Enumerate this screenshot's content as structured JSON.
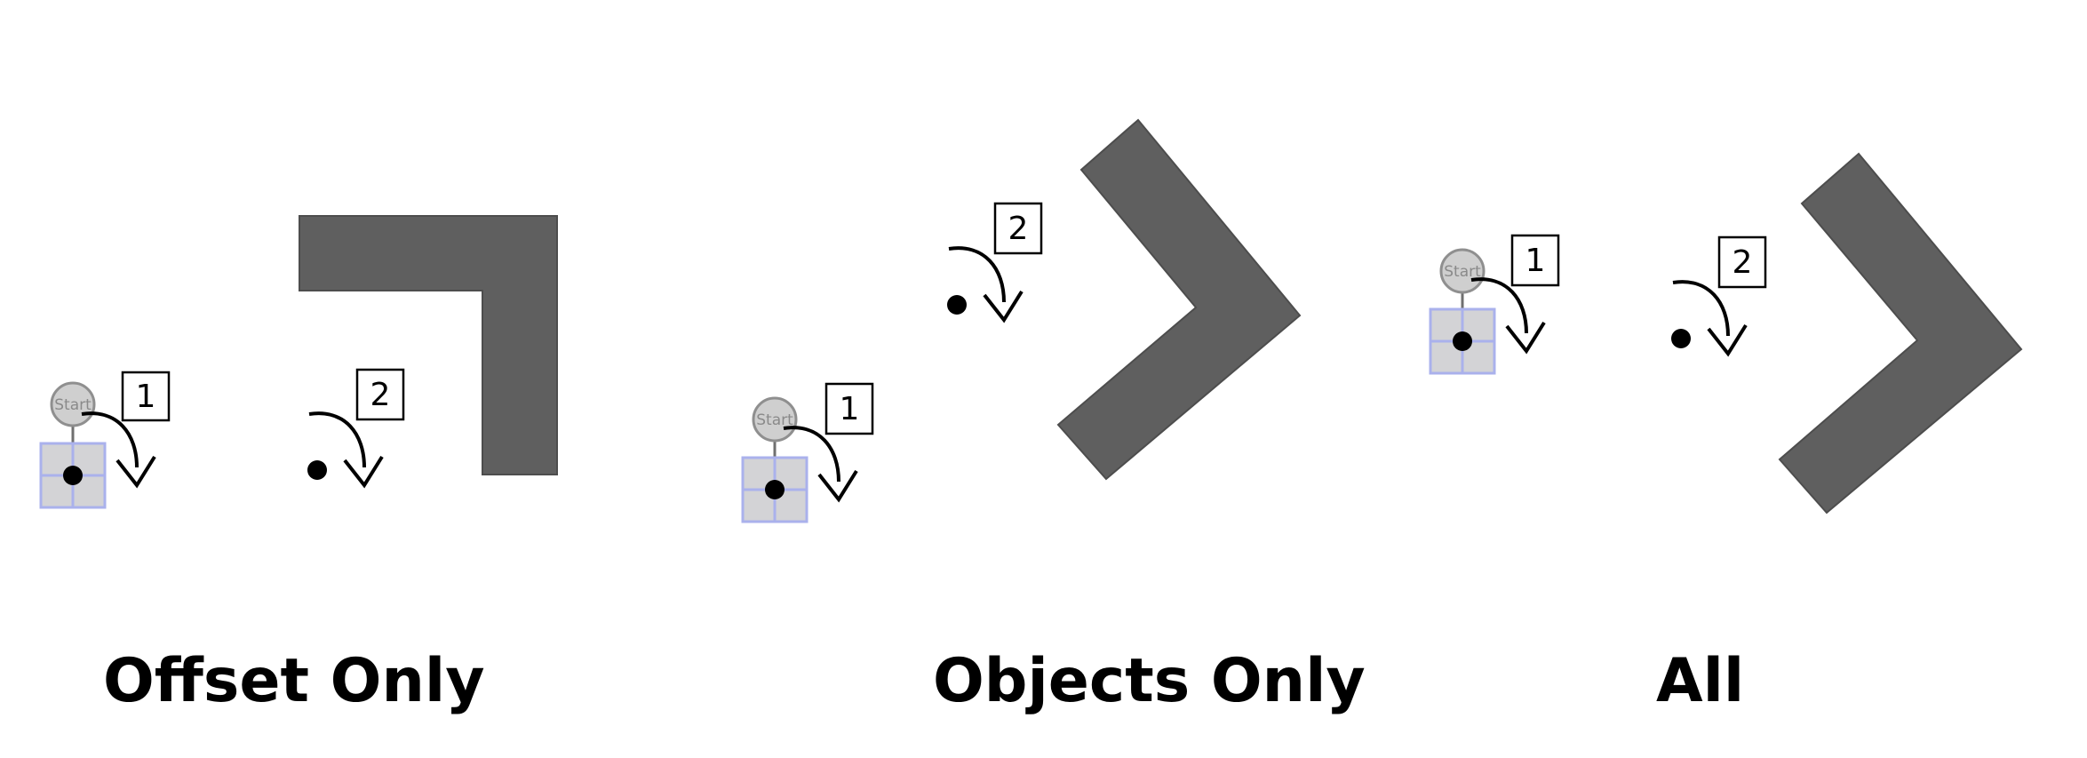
{
  "panels": [
    {
      "label": "Offset Only",
      "steps": [
        "1",
        "2"
      ],
      "start_text": "Start"
    },
    {
      "label": "Objects Only",
      "steps": [
        "1",
        "2"
      ],
      "start_text": "Start"
    },
    {
      "label": "All",
      "steps": [
        "1",
        "2"
      ],
      "start_text": "Start"
    }
  ],
  "icons": {
    "robot": "robot-icon",
    "rotate": "clockwise-rotate-arrow-icon",
    "marker": "target-point-icon",
    "object": "l-shaped-object"
  },
  "colors": {
    "object": "#5f5f5f",
    "grid_border": "#aab1ec",
    "grid_fill": "#d3d3d6",
    "start_fill": "#cfcfcf",
    "text": "#000000"
  }
}
